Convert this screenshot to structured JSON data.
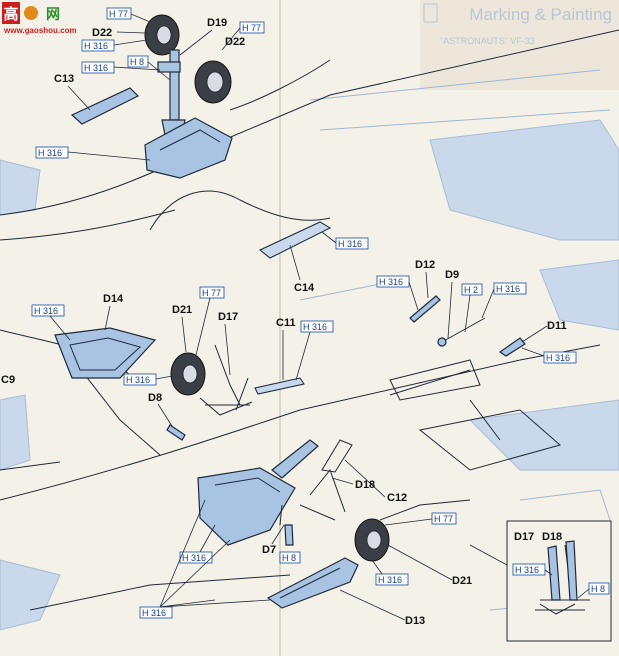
{
  "watermark": {
    "glyph": "高",
    "text": "网",
    "url": "www.gaoshou.com"
  },
  "header": {
    "ghost_title": "Marking & Painting",
    "ghost_tag": "\"ASTRONAUTS\" VF-33"
  },
  "part_labels": {
    "d22_top": "D22",
    "d19": "D19",
    "d22_right": "D22",
    "c13": "C13",
    "c14": "C14",
    "d12": "D12",
    "d9": "D9",
    "d11": "D11",
    "d14": "D14",
    "d21_top": "D21",
    "d17": "D17",
    "c11": "C11",
    "c9": "C9",
    "d8": "D8",
    "d18": "D18",
    "c12": "C12",
    "d7": "D7",
    "d21_bottom": "D21",
    "d13": "D13",
    "inset_d17": "D17",
    "inset_d18": "D18"
  },
  "color_codes": {
    "h77_a": "H 77",
    "h316_a": "H 316",
    "h77_b": "H 77",
    "h316_b": "H 316",
    "h8_a": "H 8",
    "h316_c": "H 316",
    "h316_d": "H 316",
    "h316_e": "H 316",
    "h316_f": "H 316",
    "h2": "H 2",
    "h316_g": "H 316",
    "h316_h": "H 316",
    "h316_i": "H 316",
    "h77_c": "H 77",
    "h316_j": "H 316",
    "h316_k": "H 316",
    "h77_d": "H 77",
    "h8_b": "H 8",
    "h316_l": "H 316",
    "h316_m": "H 316",
    "h316_n": "H 316",
    "h8_c": "H 8"
  }
}
